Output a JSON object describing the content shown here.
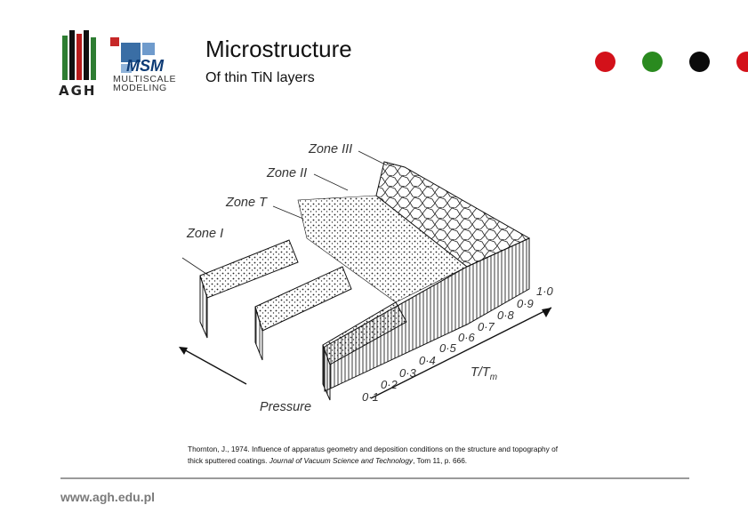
{
  "header": {
    "agh_logo_text": "AGH",
    "msm_logo_text": "MSM",
    "msm_line1": "MULTISCALE",
    "msm_line2": "MODELING",
    "title": "Microstructure",
    "subtitle": "Of thin TiN layers",
    "dot_colors": [
      "#d3111a",
      "#2a8a1f",
      "#0b0b0b",
      "#d3111a"
    ]
  },
  "figure": {
    "zones": [
      "Zone III",
      "Zone II",
      "Zone T",
      "Zone I"
    ],
    "temperature_label": "T/T",
    "temperature_subscript": "m",
    "temperature_ticks": [
      "0·1",
      "0·2",
      "0·3",
      "0·4",
      "0·5",
      "0·6",
      "0·7",
      "0·8",
      "0·9",
      "1·0"
    ],
    "pressure_label": "Pressure"
  },
  "citation": {
    "text": "Thornton, J., 1974. Influence of apparatus geometry and deposition conditions on the structure and topography of thick sputtered coatings.",
    "journal": "Journal of Vacuum Science and Technology",
    "details": ", Tom 11, p. 666."
  },
  "footer": {
    "url": "www.agh.edu.pl"
  }
}
